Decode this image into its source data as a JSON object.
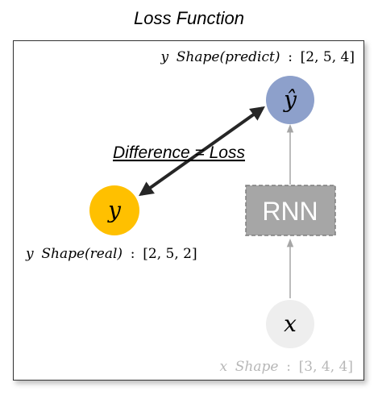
{
  "title": "Loss Function",
  "nodes": {
    "y_hat": {
      "label": "ŷ",
      "color": "#8da0cb"
    },
    "y": {
      "label": "y",
      "color": "#ffc000"
    },
    "x": {
      "label": "x",
      "color": "#eeeeee"
    },
    "rnn": {
      "label": "RNN",
      "fill": "#a6a6a6",
      "border": "#7f7f7f"
    }
  },
  "edge_label": "Difference = Loss",
  "shapes": {
    "predict": {
      "var": "y",
      "fn": "Shape(predict)",
      "colon": ":",
      "dims": "[2, 5, 4]"
    },
    "real": {
      "var": "y",
      "fn": "Shape(real)",
      "colon": ":",
      "dims": "[2, 5, 2]"
    },
    "input": {
      "var": "x",
      "fn": "Shape",
      "colon": ":",
      "dims": "[3, 4, 4]",
      "color": "#b7b7b7"
    }
  }
}
